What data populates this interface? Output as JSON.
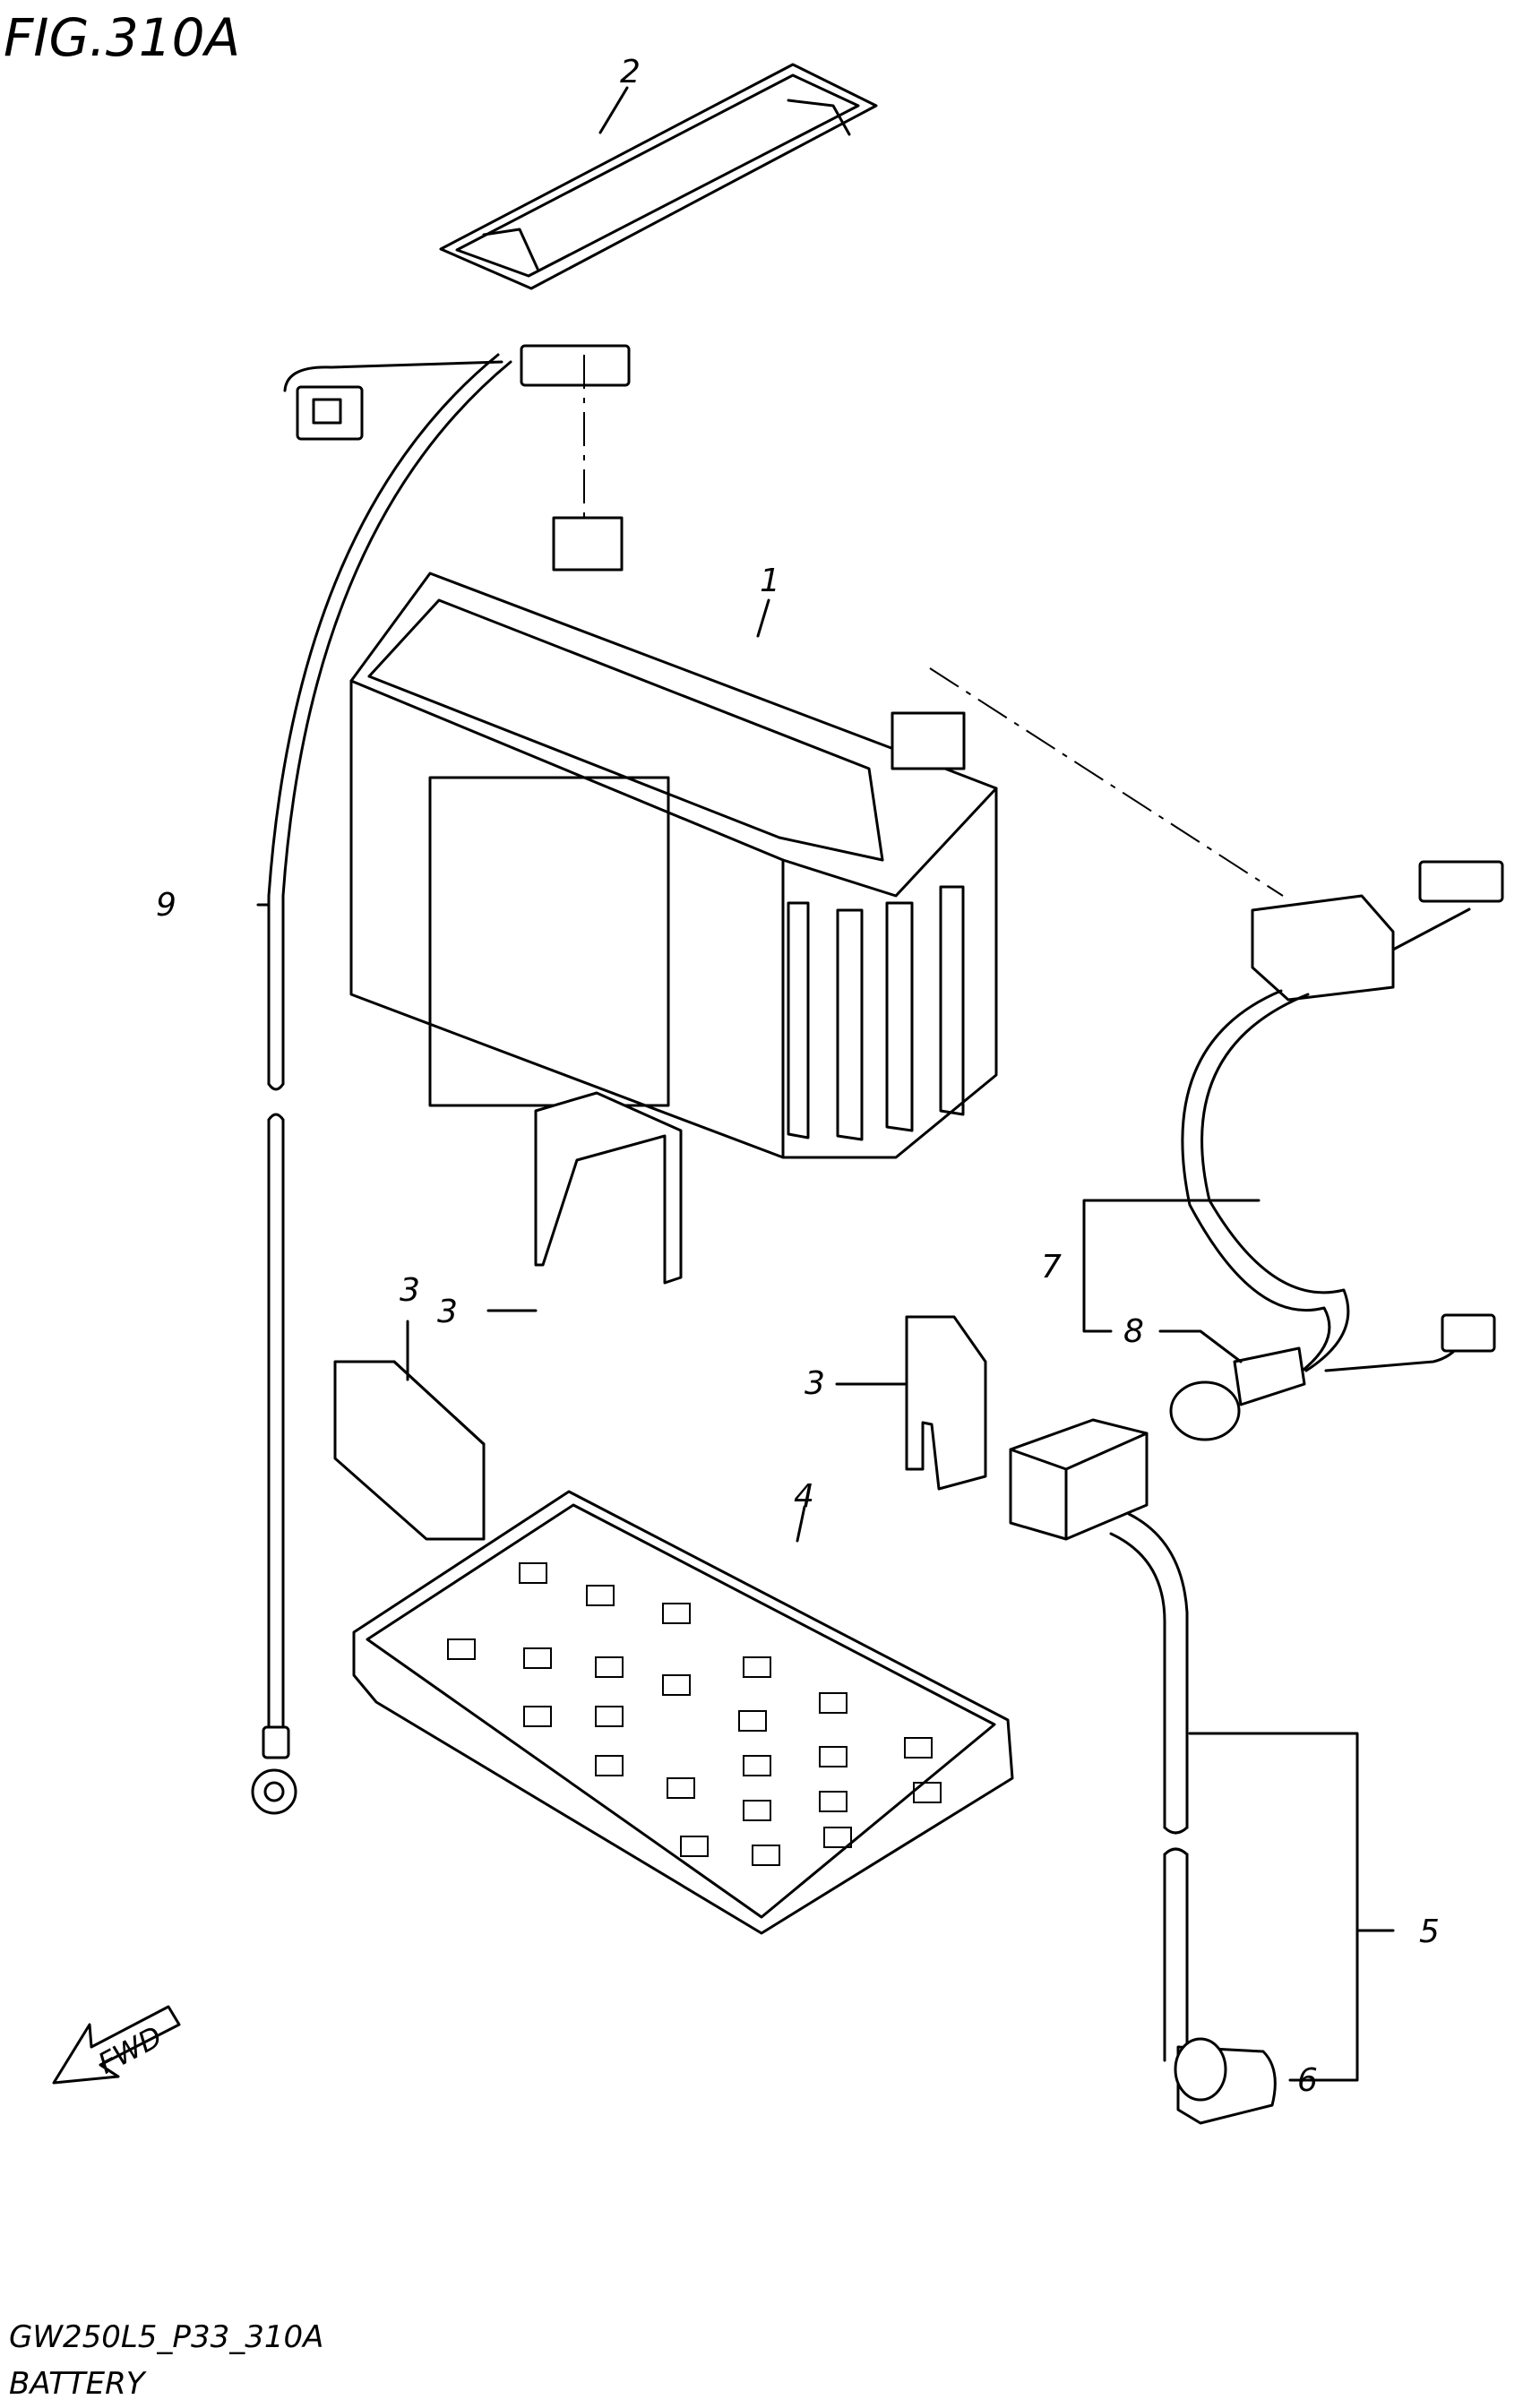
{
  "figure": {
    "title": "FIG.310A",
    "code": "GW250L5_P33_310A",
    "name": "BATTERY"
  },
  "fwd": {
    "label": "FWD"
  },
  "callouts": [
    {
      "id": "battery",
      "number": "1"
    },
    {
      "id": "battery-band",
      "number": "2"
    },
    {
      "id": "battery-cushion-a",
      "number": "3"
    },
    {
      "id": "battery-cushion-b",
      "number": "3"
    },
    {
      "id": "battery-cushion-c",
      "number": "3"
    },
    {
      "id": "battery-tray",
      "number": "4"
    },
    {
      "id": "negative-lead",
      "number": "5"
    },
    {
      "id": "negative-cap",
      "number": "6"
    },
    {
      "id": "positive-lead",
      "number": "7"
    },
    {
      "id": "positive-cap",
      "number": "8"
    },
    {
      "id": "harness-lead",
      "number": "9"
    }
  ]
}
